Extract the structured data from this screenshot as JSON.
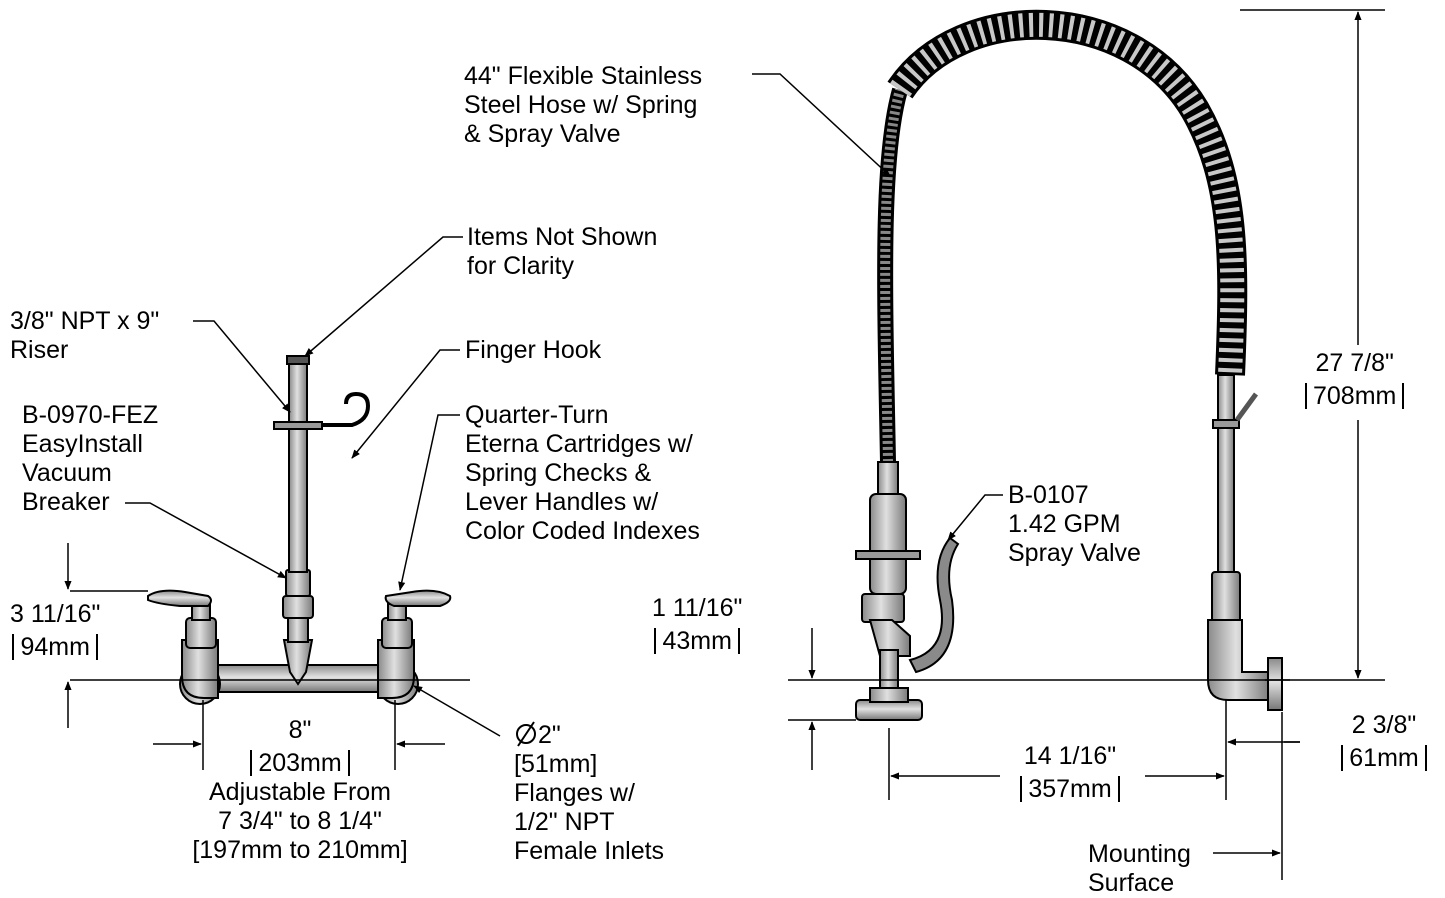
{
  "callouts": {
    "hose": [
      "44\" Flexible Stainless",
      "Steel Hose w/ Spring",
      "& Spray Valve"
    ],
    "items_not_shown": [
      "Items Not Shown",
      "for Clarity"
    ],
    "riser": [
      "3/8\" NPT x 9\"",
      "Riser"
    ],
    "finger_hook": [
      "Finger Hook"
    ],
    "vacuum_breaker": [
      "B-0970-FEZ",
      "EasyInstall",
      "Vacuum",
      "Breaker"
    ],
    "cartridges": [
      "Quarter-Turn",
      "Eterna Cartridges w/",
      "Spring Checks &",
      "Lever Handles w/",
      "Color Coded Indexes"
    ],
    "spray_valve": [
      "B-0107",
      "1.42 GPM",
      "Spray Valve"
    ],
    "flanges": [
      "[51mm]",
      "Flanges w/",
      "1/2\" NPT",
      "Female Inlets"
    ],
    "flange_diameter": "2\"",
    "mounting": [
      "Mounting",
      "Surface"
    ]
  },
  "dimensions": {
    "height_total": {
      "imperial": "27 7/8\"",
      "metric": "708mm"
    },
    "spout_height": {
      "imperial": "3 11/16\"",
      "metric": "94mm"
    },
    "center": {
      "imperial": "8\"",
      "metric": "203mm",
      "notes": [
        "Adjustable From",
        "7 3/4\" to 8 1/4\"",
        "[197mm to 210mm]"
      ]
    },
    "spray_offset": {
      "imperial": "1 11/16\"",
      "metric": "43mm"
    },
    "reach": {
      "imperial": "14 1/16\"",
      "metric": "357mm"
    },
    "wall_offset": {
      "imperial": "2 3/8\"",
      "metric": "61mm"
    }
  },
  "colors": {
    "line": "#000000",
    "part_fill": "#bfbfbf",
    "part_dark": "#6e6e6e",
    "background": "#ffffff"
  }
}
